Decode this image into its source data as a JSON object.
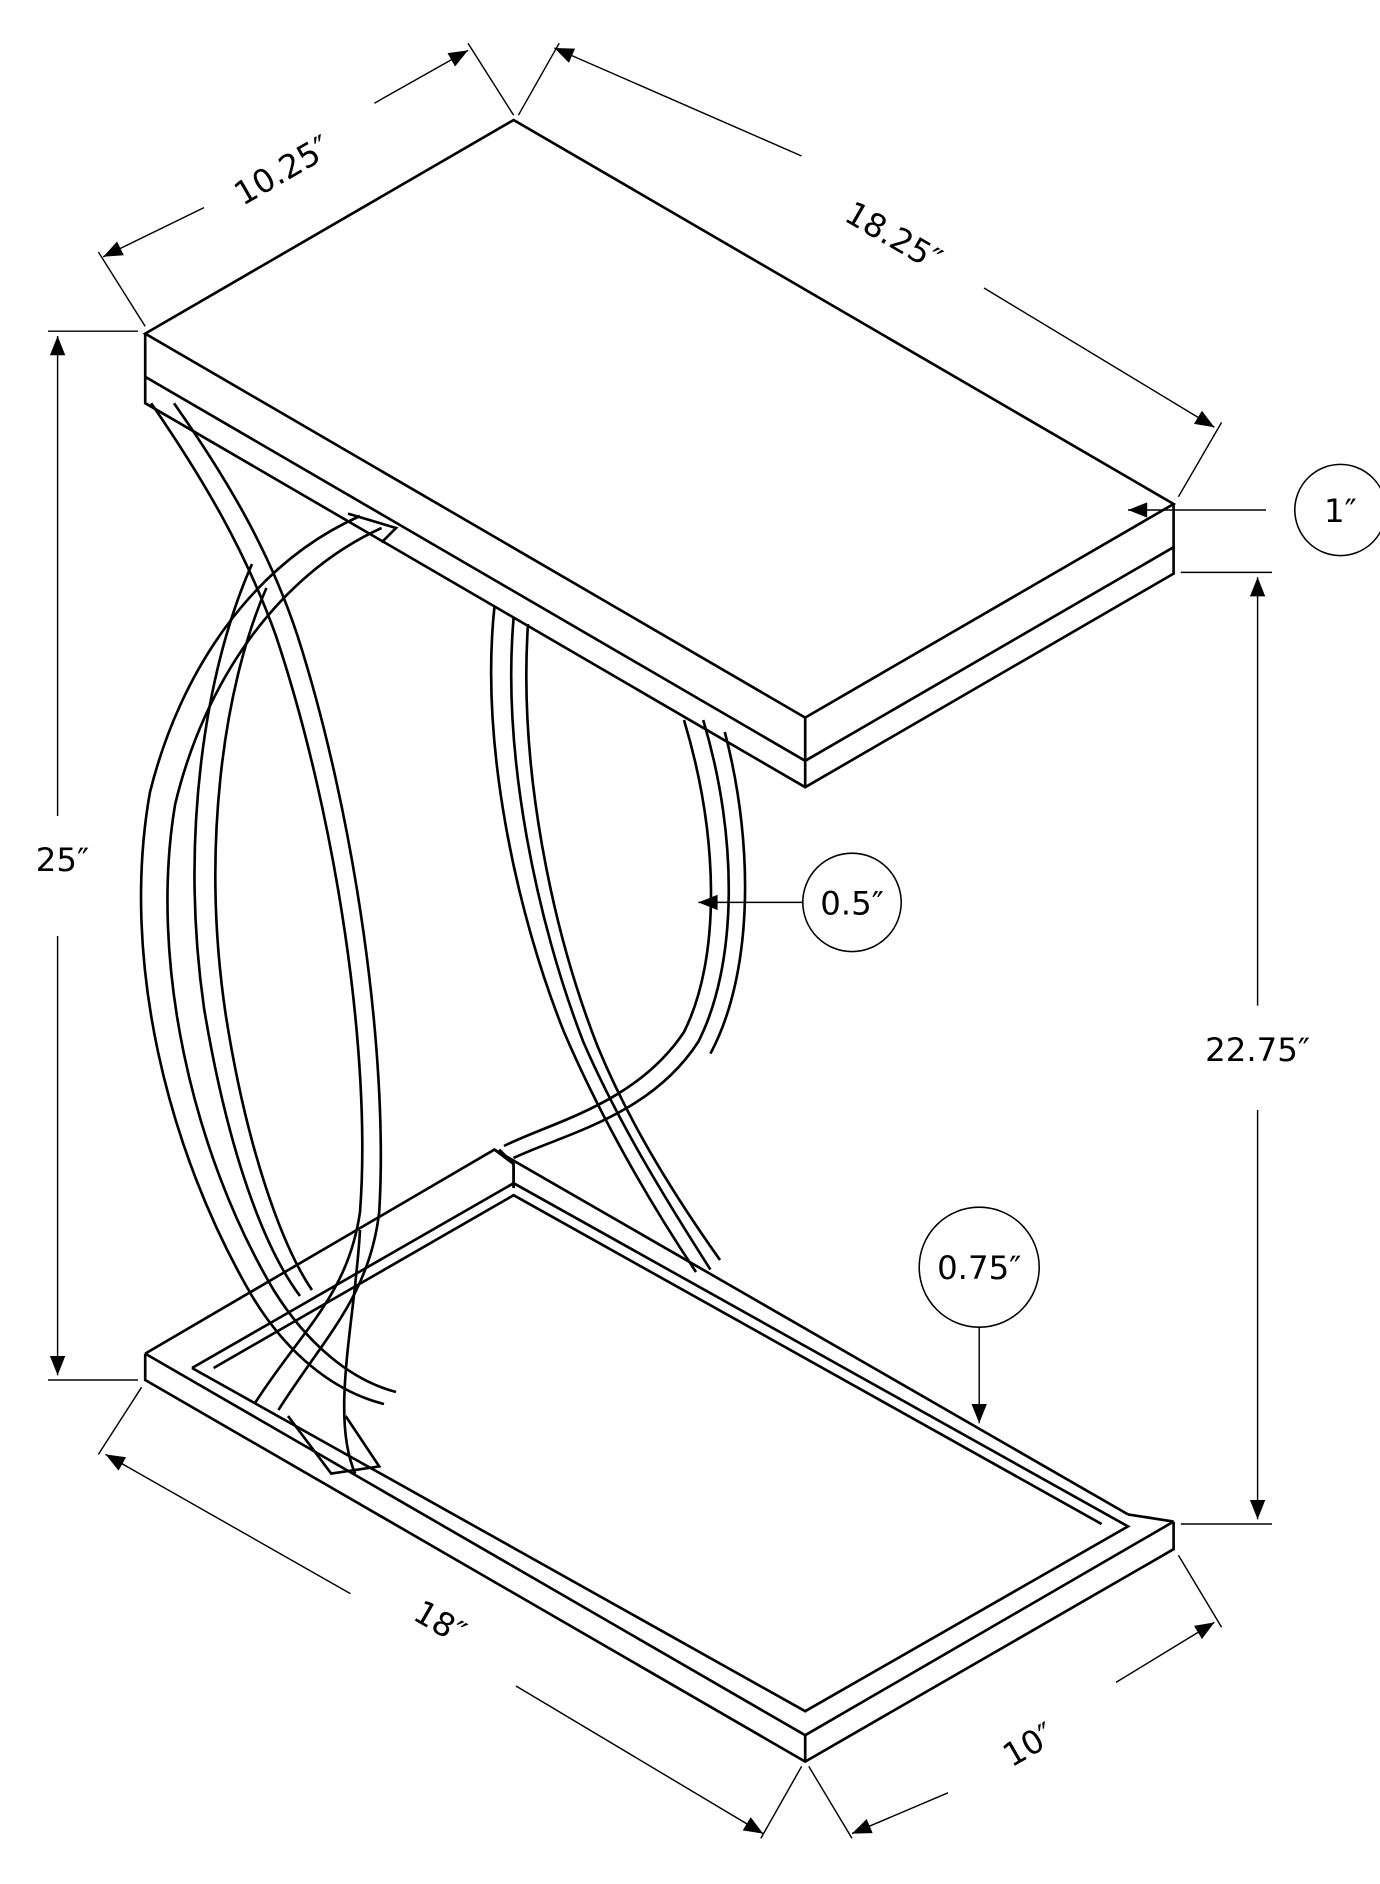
{
  "diagram": {
    "subject": "C-shaped accent side table, isometric line drawing with dimensions",
    "colors": {
      "line": "#000000",
      "background": "#ffffff"
    }
  },
  "dimensions": {
    "top_depth": "10.25″",
    "top_length": "18.25″",
    "overall_height": "25″",
    "top_thickness": "1″",
    "clearance_height": "22.75″",
    "leg_tube_width": "0.5″",
    "base_tube_width": "0.75″",
    "base_length": "18″",
    "base_depth": "10″"
  }
}
